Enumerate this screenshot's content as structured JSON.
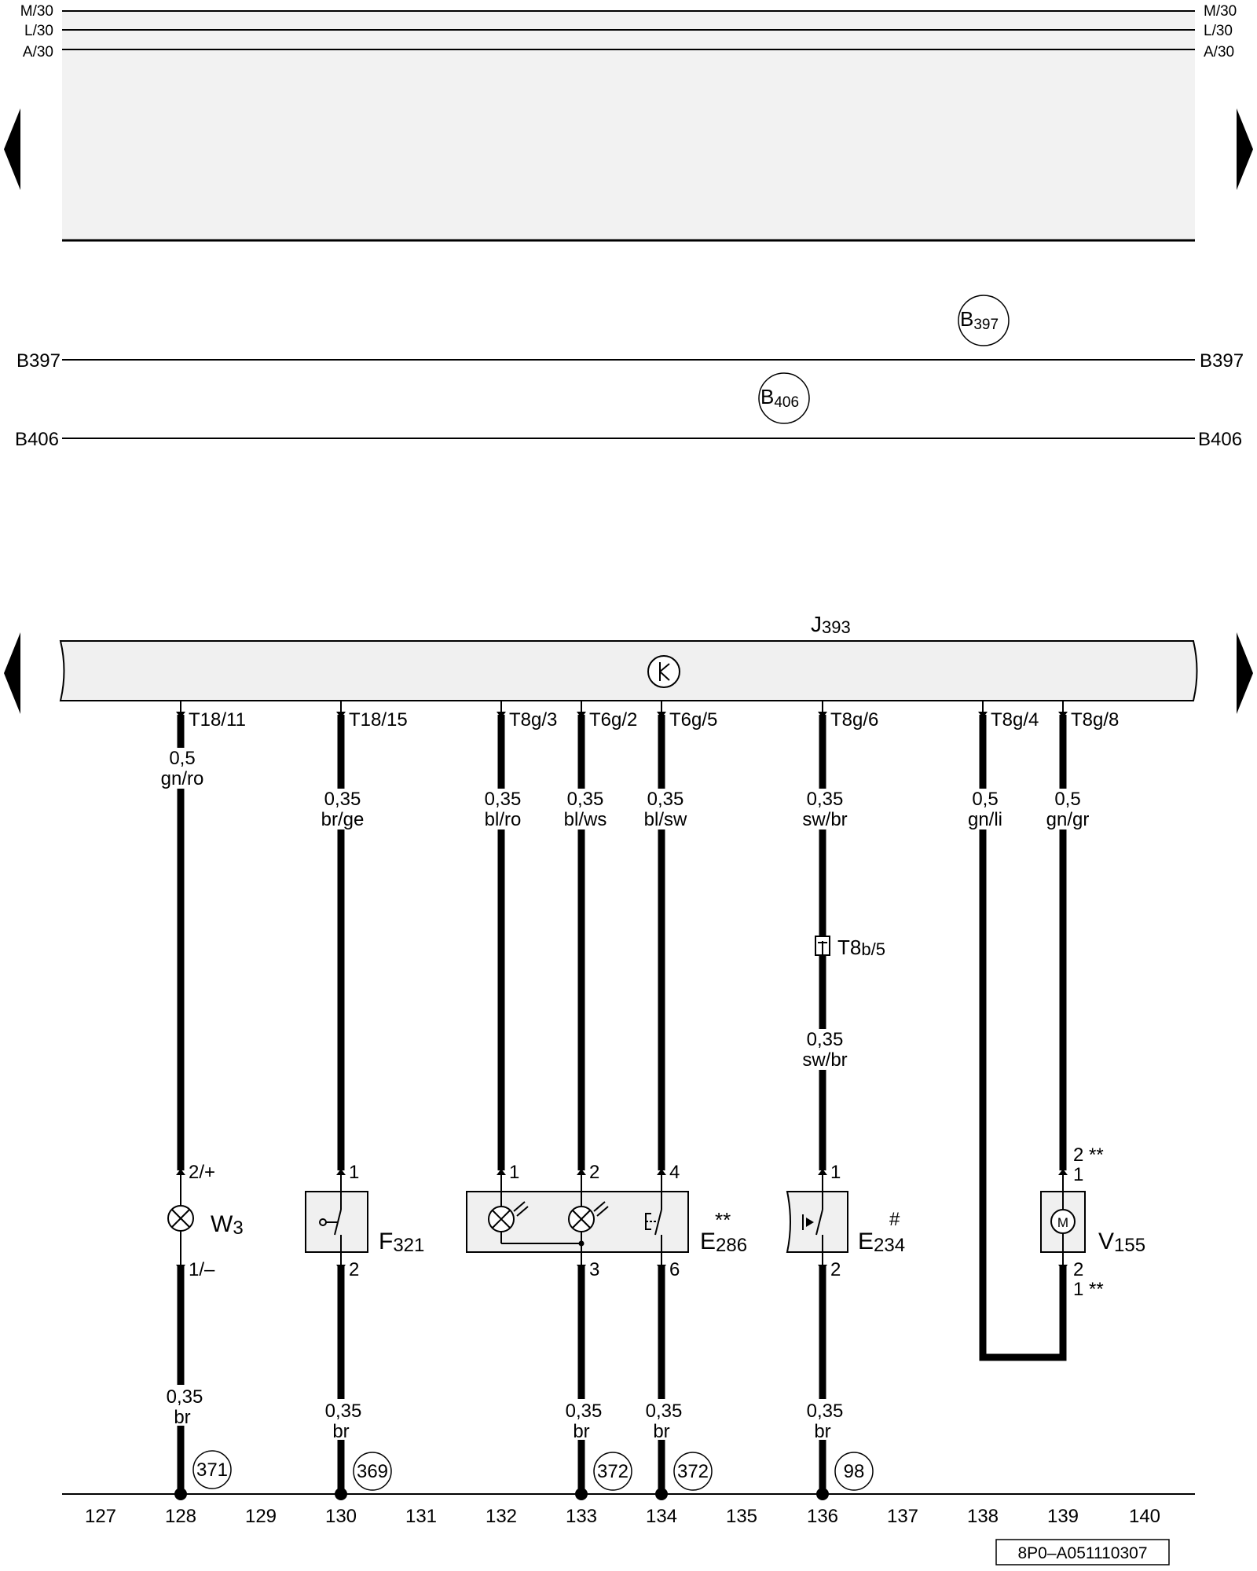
{
  "bus_lines": [
    "M/30",
    "L/30",
    "A/30"
  ],
  "wire_sections": [
    {
      "label": "B397",
      "circle_main": "B",
      "circle_sub": "397"
    },
    {
      "label": "B406",
      "circle_main": "B",
      "circle_sub": "406"
    }
  ],
  "control_unit": {
    "main": "J",
    "sub": "393"
  },
  "connector_t8b": {
    "main": "T8",
    "sub": "b/5"
  },
  "wires": [
    {
      "terminal": "T18/11",
      "gauge": "0,5",
      "color": "gn/ro"
    },
    {
      "terminal": "T18/15",
      "gauge": "0,35",
      "color": "br/ge"
    },
    {
      "terminal": "T8g/3",
      "gauge": "0,35",
      "color": "bl/ro"
    },
    {
      "terminal": "T6g/2",
      "gauge": "0,35",
      "color": "bl/ws"
    },
    {
      "terminal": "T6g/5",
      "gauge": "0,35",
      "color": "bl/sw"
    },
    {
      "terminal": "T8g/6",
      "gauge": "0,35",
      "color": "sw/br"
    },
    {
      "terminal": "T8g/4",
      "gauge": "0,5",
      "color": "gn/li"
    },
    {
      "terminal": "T8g/8",
      "gauge": "0,5",
      "color": "gn/gr"
    }
  ],
  "lower_wire_t8b": {
    "gauge": "0,35",
    "color": "sw/br"
  },
  "components": [
    {
      "main": "W",
      "sub": "3",
      "sup": "",
      "pin_top": "2/+",
      "pin_bottom": "1/–"
    },
    {
      "main": "F",
      "sub": "321",
      "sup": "",
      "pin_top": "1",
      "pin_bottom": "2"
    },
    {
      "main": "E",
      "sub": "286",
      "sup": "**",
      "pins_top": [
        "1",
        "2",
        "4"
      ],
      "pins_bottom": [
        "3",
        "6"
      ]
    },
    {
      "main": "E",
      "sub": "234",
      "sup": "#",
      "pin_top": "1",
      "pin_bottom": "2"
    },
    {
      "main": "V",
      "sub": "155",
      "sup": "",
      "pin_top_a": "2 **",
      "pin_top_b": "1",
      "pin_bottom_a": "2",
      "pin_bottom_b": "1 **",
      "motor": "M"
    }
  ],
  "ground_wires": [
    {
      "gauge": "0,35",
      "color": "br",
      "ref": "371"
    },
    {
      "gauge": "0,35",
      "color": "br",
      "ref": "369"
    },
    {
      "gauge": "0,35",
      "color": "br",
      "ref": "372"
    },
    {
      "gauge": "0,35",
      "color": "br",
      "ref": "372"
    },
    {
      "gauge": "0,35",
      "color": "br",
      "ref": "98"
    }
  ],
  "track_numbers": [
    "127",
    "128",
    "129",
    "130",
    "131",
    "132",
    "133",
    "134",
    "135",
    "136",
    "137",
    "138",
    "139",
    "140"
  ],
  "figure_code": "8P0–A051110307"
}
